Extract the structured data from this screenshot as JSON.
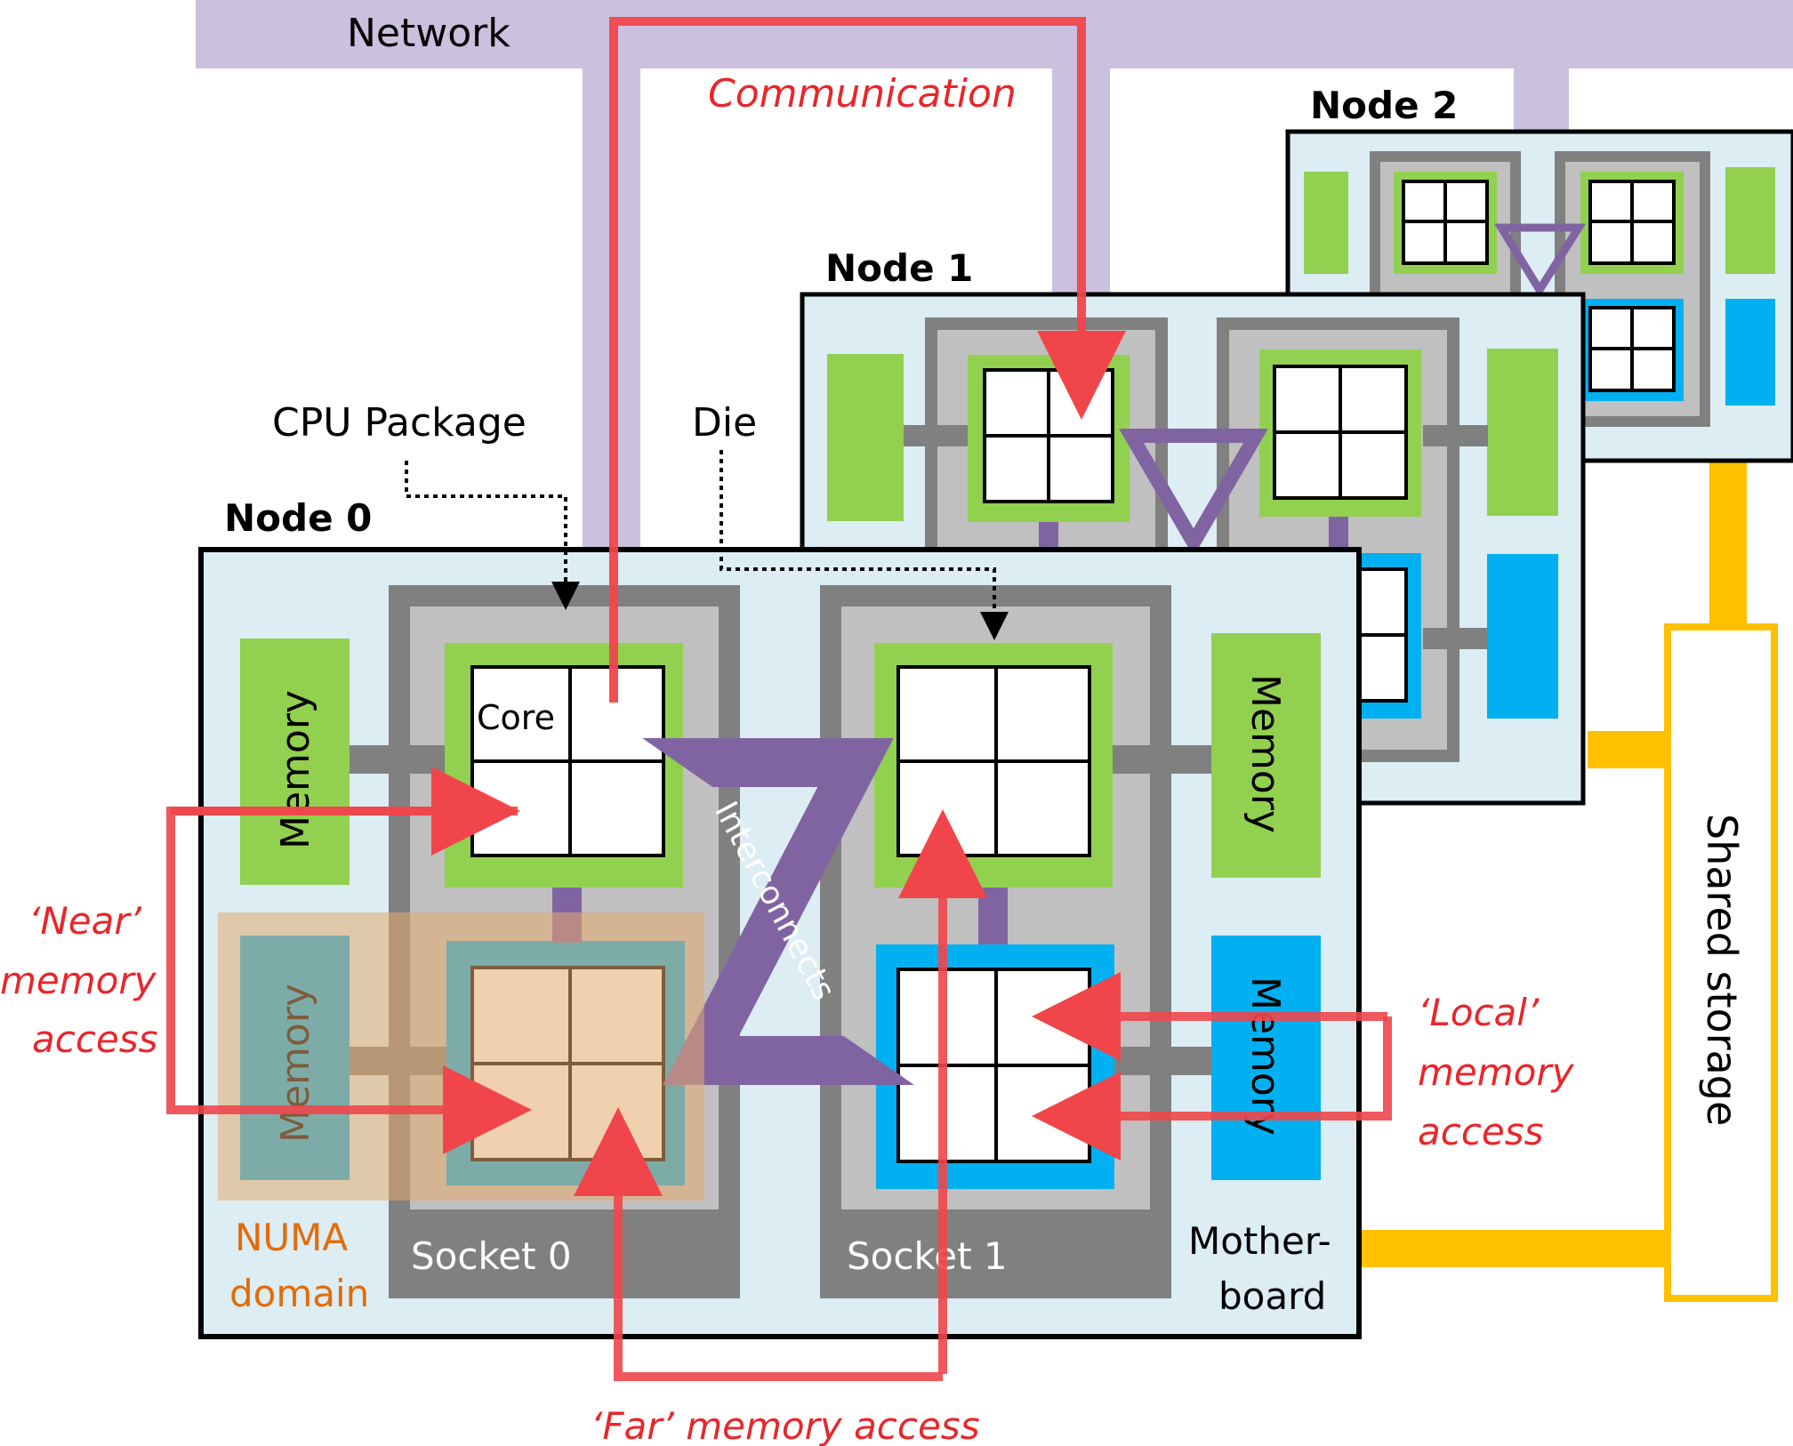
{
  "labels": {
    "network": "Network",
    "communication": "Communication",
    "node0": "Node 0",
    "node1": "Node 1",
    "node2": "Node 2",
    "cpu_package": "CPU Package",
    "die": "Die",
    "core": "Core",
    "memory": "Memory",
    "interconnects": "Interconnects",
    "socket0": "Socket 0",
    "socket1": "Socket 1",
    "motherboard_line1": "Mother-",
    "motherboard_line2": "board",
    "numa_line1": "NUMA",
    "numa_line2": "domain",
    "shared_storage": "Shared storage",
    "near_line1": "‘Near’",
    "near_line2": "memory",
    "near_line3": "access",
    "local_line1": "‘Local’",
    "local_line2": "memory",
    "local_line3": "access",
    "far": "‘Far’ memory access"
  },
  "colors": {
    "network": "#cbc0dd",
    "board": "#dcedf4",
    "socket_dark": "#808080",
    "socket_light": "#c0c0c0",
    "die_green": "#92d050",
    "die_blue": "#00b0f0",
    "interconnect": "#8064a2",
    "numa": "#e3a96e",
    "storage": "#ffc000",
    "arrow": "#f0464b",
    "red_text": "#e8262b",
    "numa_text": "#e36c09"
  }
}
